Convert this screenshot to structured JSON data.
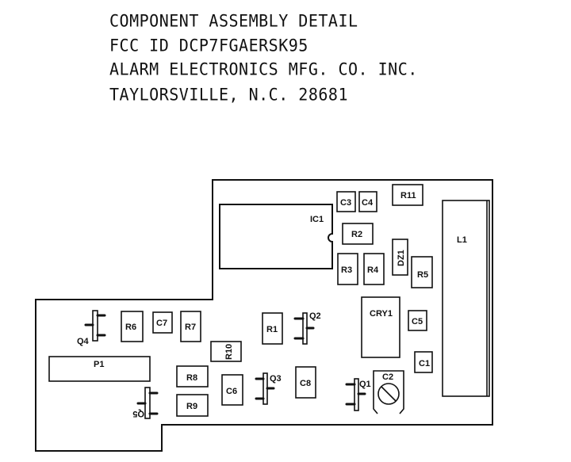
{
  "header": {
    "lines": [
      "COMPONENT ASSEMBLY DETAIL",
      "FCC ID DCP7FGAERSK95",
      "ALARM ELECTRONICS MFG. CO. INC.",
      "TAYLORSVILLE, N.C. 28681"
    ]
  },
  "components": {
    "IC1": "IC1",
    "Q4": "Q4",
    "R6": "R6",
    "C7": "C7",
    "R7": "R7",
    "R1": "R1",
    "R10": "R10",
    "P1": "P1",
    "R8": "R8",
    "R9": "R9",
    "C6": "C6",
    "Q3": "Q3",
    "Q5": "Q5",
    "Q2": "Q2",
    "C8": "C8",
    "C3": "C3",
    "C4": "C4",
    "R11": "R11",
    "R2": "R2",
    "R3": "R3",
    "R4": "R4",
    "DZ1": "DZ1",
    "R5": "R5",
    "CRY1": "CRY1",
    "C5": "C5",
    "C1": "C1",
    "C2": "C2",
    "Q1": "Q1",
    "L1": "L1"
  }
}
